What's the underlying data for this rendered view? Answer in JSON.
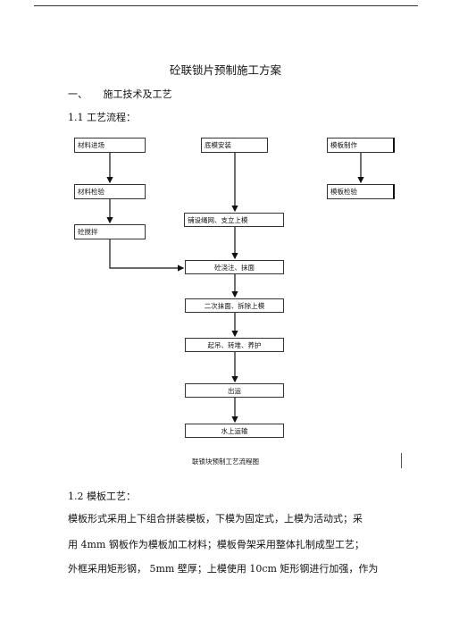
{
  "document": {
    "title": "砼联锁片预制施工方案",
    "section1": {
      "number": "一、",
      "heading": "施工技术及工艺"
    },
    "section1_1": "1.1 工艺流程：",
    "flowchart": {
      "boxes": {
        "material_arrival": "材料进场",
        "bottom_form_install": "底模安装",
        "formwork_fabrication": "模板制作",
        "material_inspection": "材料检验",
        "formwork_inspection": "模板检验",
        "rebar_mesh_top_form": "铺设绳网、支立上模",
        "concrete_mixing": "砼搅拌",
        "pour_and_finish": "砼浇注、抹面",
        "second_finish_remove_top": "二次抹面、拆除上模",
        "lift_stack_cure": "起吊、转堆、养护",
        "shipment": "出运",
        "water_transport": "水上运输"
      },
      "caption": "联锁块预制工艺流程图"
    },
    "section1_2": "1.2 模板工艺：",
    "paragraph_lines": [
      "模板形式采用上下组合拼装模板，下模为固定式，上模为活动式；采",
      "用 4mm 钢板作为模板加工材料；模板骨架采用整体扎制成型工艺；",
      "外框采用矩形钢，  5mm 壁厚；上模使用  10cm 矩形钢进行加强，作为"
    ]
  }
}
